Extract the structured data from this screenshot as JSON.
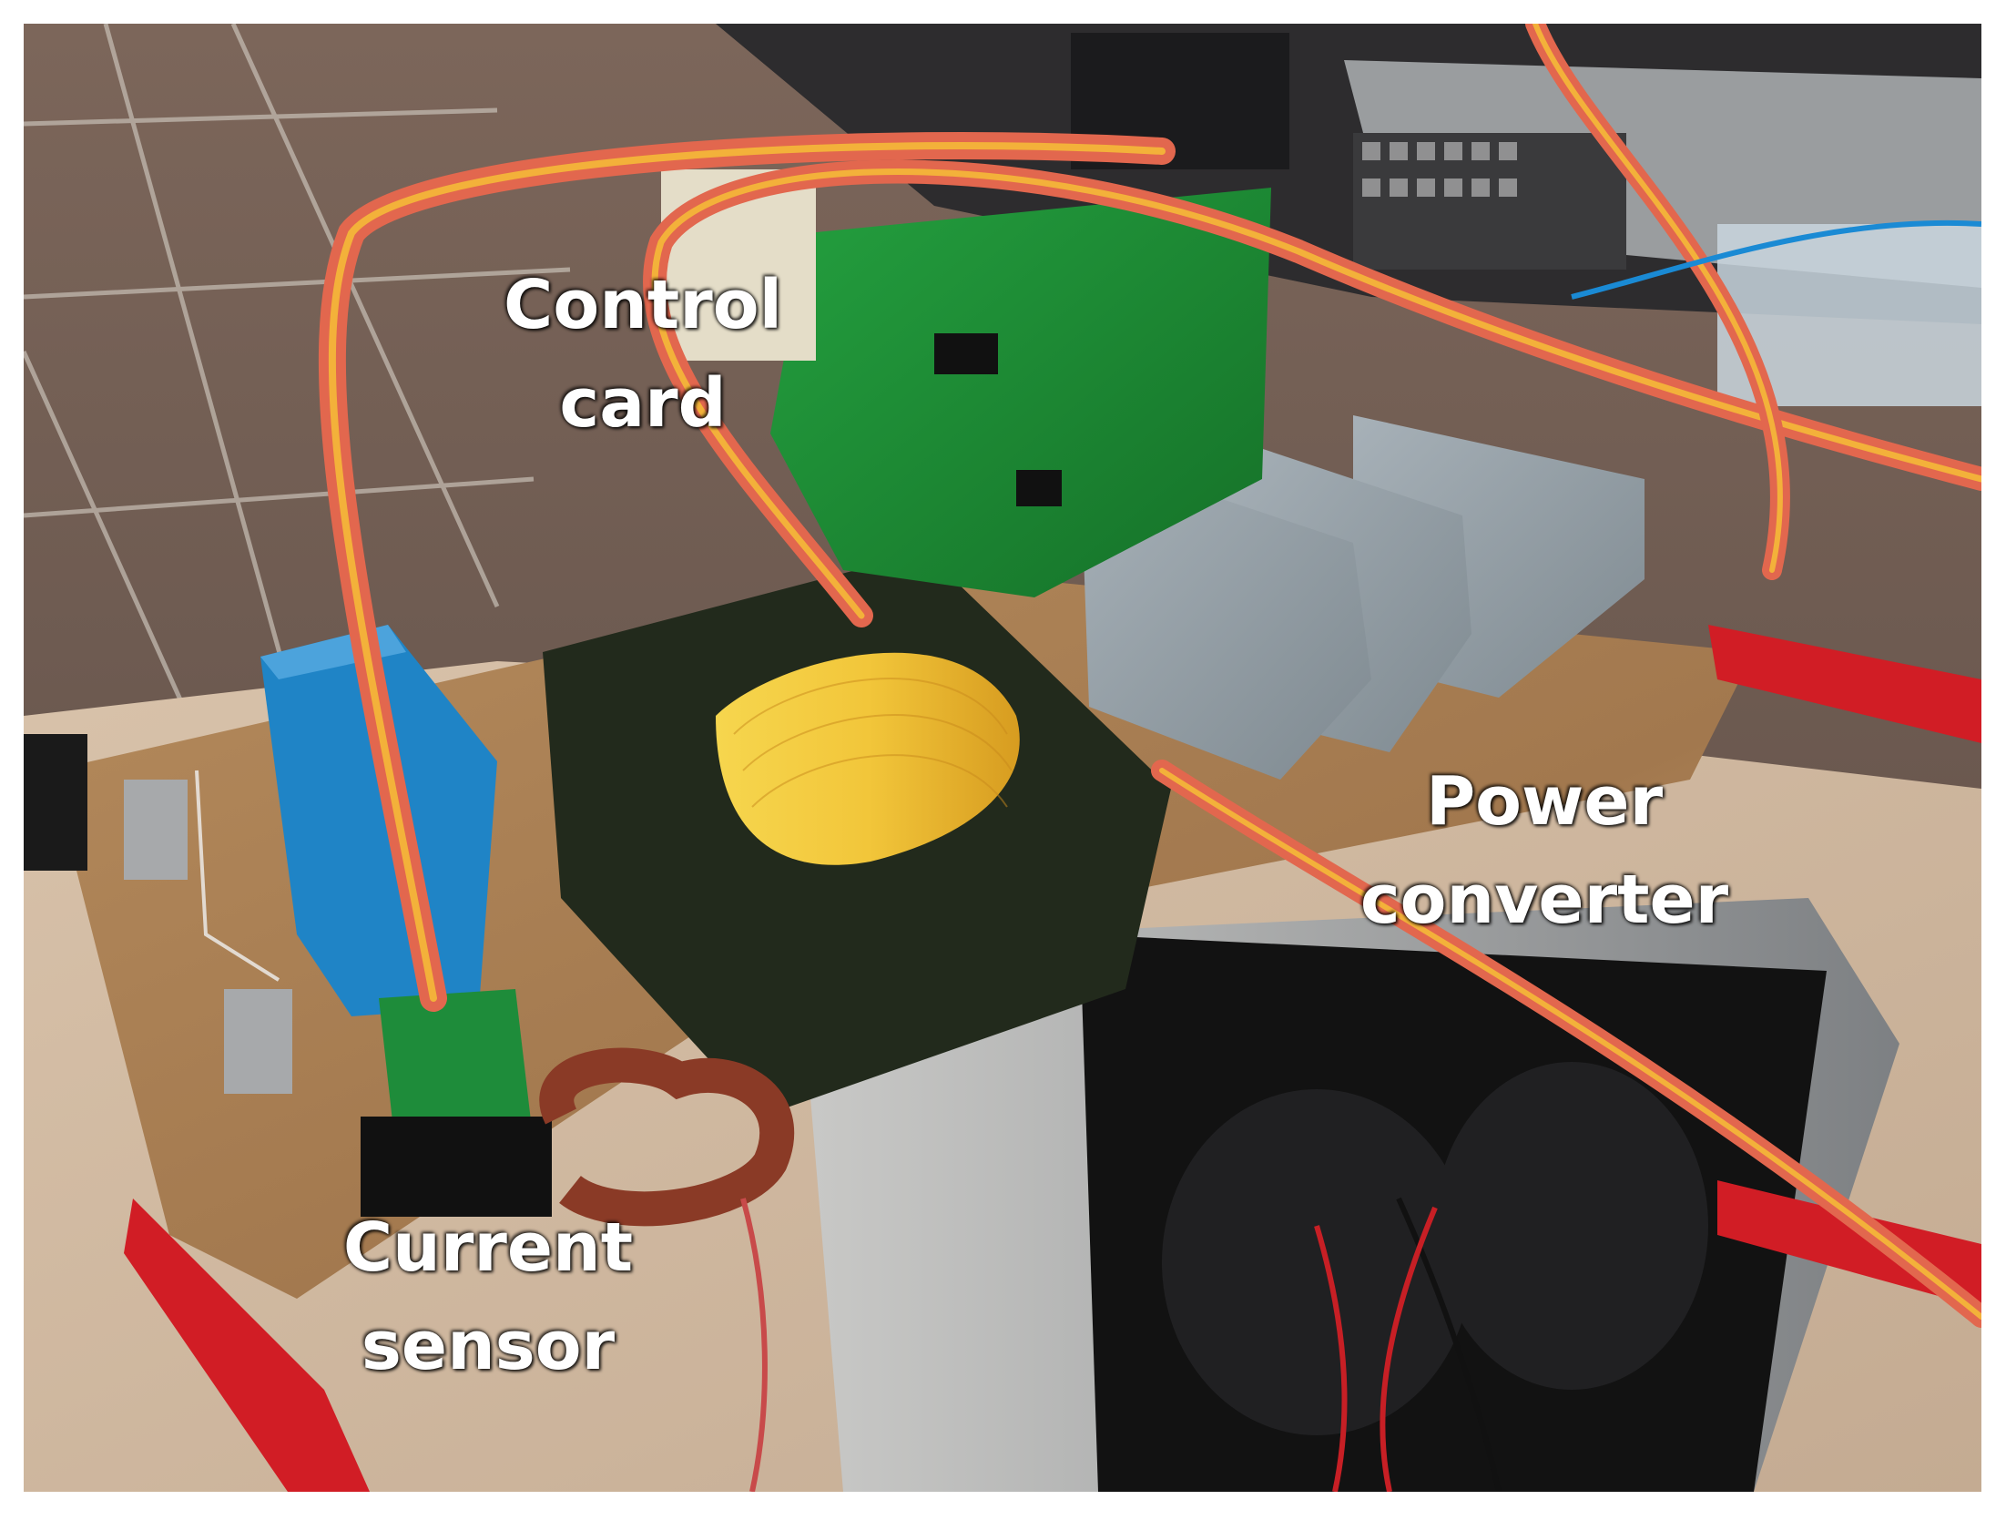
{
  "labels": {
    "control_card": {
      "line1": "Control",
      "line2": "card"
    },
    "power_converter": {
      "line1": "Power",
      "line2": "converter"
    },
    "current_sensor": {
      "line1": "Current",
      "line2": "sensor"
    }
  },
  "colors": {
    "board": "#a2784e",
    "control_card_pcb": "#1f8a35",
    "transformer_core": "#222a1c",
    "transformer_winding": "#f2c63a",
    "capacitors": "#8f9aa1",
    "blue_capacitor": "#1f84c6",
    "ribbon_cable": "#e2674e",
    "red_plugs": "#d11d25",
    "label_text": "#ffffff"
  }
}
